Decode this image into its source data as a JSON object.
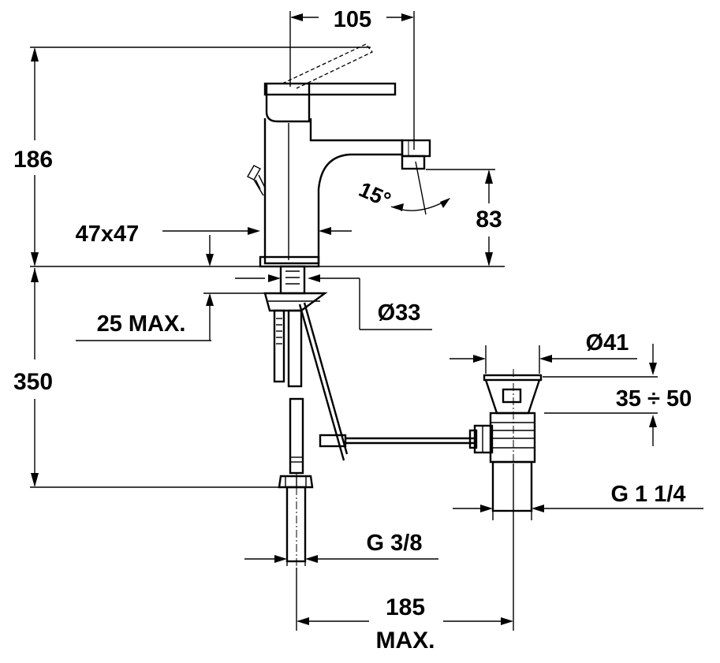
{
  "dimensions": {
    "top_width": "105",
    "total_height": "186",
    "base_size": "47x47",
    "spout_height": "83",
    "spout_angle": "15°",
    "counter_thickness": "25 MAX.",
    "hole_diameter": "Ø33",
    "hose_length": "350",
    "waste_diameter": "Ø41",
    "waste_range": "35 ÷ 50",
    "waste_thread": "G 1 1/4",
    "inlet_thread": "G 3/8",
    "offset_value": "185",
    "offset_max": "MAX."
  }
}
